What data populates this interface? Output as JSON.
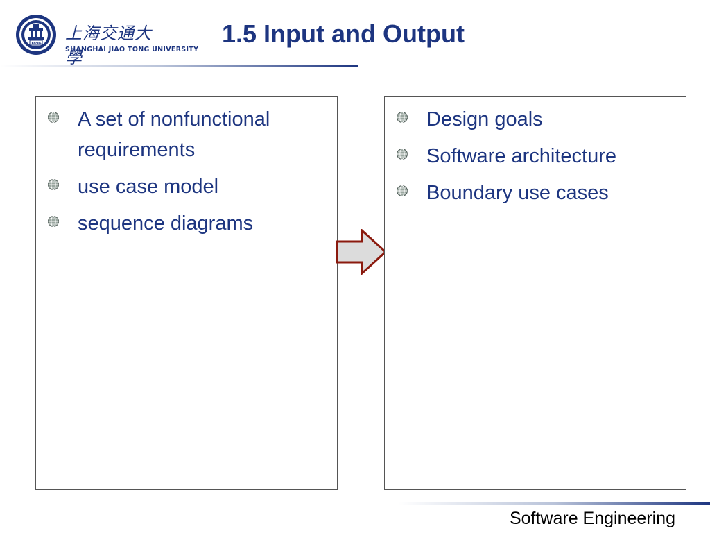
{
  "header": {
    "logo": {
      "name_cn": "上海交通大學",
      "name_en": "SHANGHAI  JIAO TONG  UNIVERSITY",
      "seal_year": "1896"
    },
    "title": "1.5 Input and Output"
  },
  "input_panel": {
    "items": [
      "A set of nonfunctional requirements",
      "use case model",
      "sequence diagrams"
    ]
  },
  "output_panel": {
    "items": [
      "Design goals",
      "Software architecture",
      "Boundary use cases"
    ]
  },
  "footer": {
    "course": "Software Engineering"
  },
  "icons": {
    "bullet": "globe-bullet-icon",
    "arrow": "right-arrow-icon",
    "seal": "university-seal-icon"
  },
  "colors": {
    "title": "#1d3580",
    "text": "#1d3580",
    "arrow_fill": "#dcdcdc",
    "arrow_stroke": "#8b1a0e",
    "panel_border": "#555555"
  }
}
